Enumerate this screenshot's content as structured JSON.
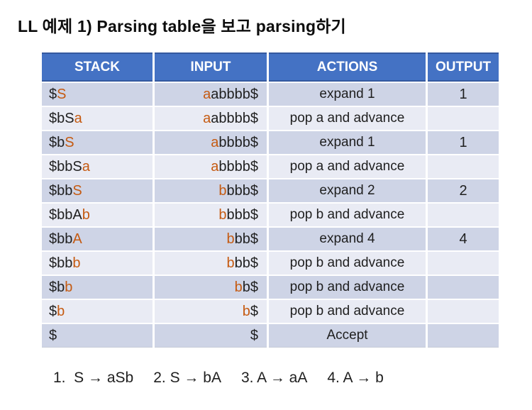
{
  "page": {
    "title": "LL 예제 1) Parsing table을 보고 parsing하기"
  },
  "colors": {
    "header_bg": "#4472C4",
    "header_border": "#35599F",
    "row_band_dark": "#CED4E6",
    "row_band_light": "#E9EBF4",
    "highlight_orange": "#C55A11"
  },
  "table": {
    "headers": [
      "STACK",
      "INPUT",
      "ACTIONS",
      "OUTPUT"
    ],
    "rows": [
      {
        "stack_pre": "$",
        "stack_top": "S",
        "input_cur": "a",
        "input_rest": "abbbb$",
        "action": "expand 1",
        "output": "1"
      },
      {
        "stack_pre": "$bS",
        "stack_top": "a",
        "input_cur": "a",
        "input_rest": "abbbb$",
        "action": "pop a and advance",
        "output": ""
      },
      {
        "stack_pre": "$b",
        "stack_top": "S",
        "input_cur": "a",
        "input_rest": "bbbb$",
        "action": "expand 1",
        "output": "1"
      },
      {
        "stack_pre": "$bbS",
        "stack_top": "a",
        "input_cur": "a",
        "input_rest": "bbbb$",
        "action": "pop a and advance",
        "output": ""
      },
      {
        "stack_pre": "$bb",
        "stack_top": "S",
        "input_cur": "b",
        "input_rest": "bbb$",
        "action": "expand 2",
        "output": "2"
      },
      {
        "stack_pre": "$bbA",
        "stack_top": "b",
        "input_cur": "b",
        "input_rest": "bbb$",
        "action": "pop b and advance",
        "output": ""
      },
      {
        "stack_pre": "$bb",
        "stack_top": "A",
        "input_cur": "b",
        "input_rest": "bb$",
        "action": "expand 4",
        "output": "4"
      },
      {
        "stack_pre": "$bb",
        "stack_top": "b",
        "input_cur": "b",
        "input_rest": "bb$",
        "action": "pop b and advance",
        "output": ""
      },
      {
        "stack_pre": "$b",
        "stack_top": "b",
        "input_cur": "b",
        "input_rest": "b$",
        "action": "pop b and advance",
        "output": ""
      },
      {
        "stack_pre": "$",
        "stack_top": "b",
        "input_cur": "b",
        "input_rest": "$",
        "action": "pop b and advance",
        "output": ""
      },
      {
        "stack_pre": "$",
        "stack_top": "",
        "input_cur": "",
        "input_rest": "$",
        "action": "Accept",
        "output": ""
      }
    ]
  },
  "grammar": {
    "rules": [
      "1.  S → aSb",
      "2. S → bA",
      "3. A → aA",
      "4. A → b"
    ]
  }
}
